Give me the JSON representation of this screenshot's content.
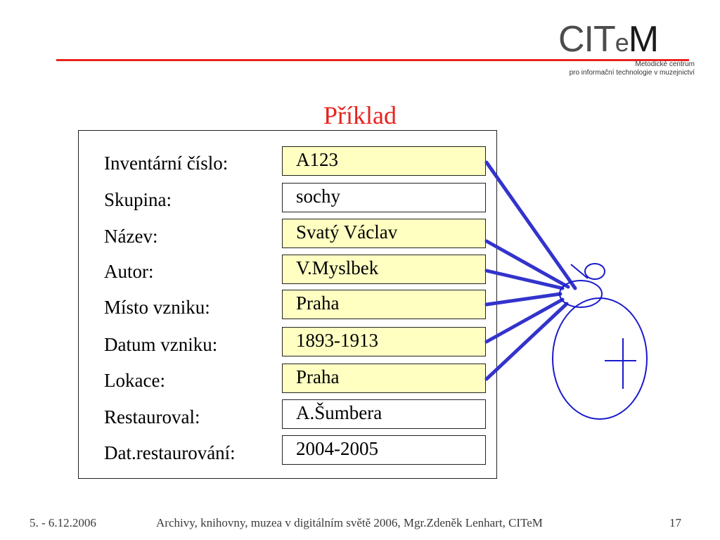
{
  "logo": {
    "word_c": "CIT",
    "word_e": "e",
    "word_m": "M",
    "tagline_1": "Metodické centrum",
    "tagline_2": "pro informační technologie v muzejnictví"
  },
  "title": "Příklad",
  "fields": [
    {
      "label": "Inventární číslo:",
      "value": "A123",
      "highlighted": true
    },
    {
      "label": "Skupina:",
      "value": "sochy",
      "highlighted": false
    },
    {
      "label": "Název:",
      "value": "Svatý Václav",
      "highlighted": true
    },
    {
      "label": "Autor:",
      "value": "V.Myslbek",
      "highlighted": true
    },
    {
      "label": "Místo vzniku:",
      "value": "Praha",
      "highlighted": true
    },
    {
      "label": "Datum vzniku:",
      "value": "1893-1913",
      "highlighted": true
    },
    {
      "label": "Lokace:",
      "value": "Praha",
      "highlighted": true
    },
    {
      "label": "Restauroval:",
      "value": "A.Šumbera",
      "highlighted": false
    },
    {
      "label": "Dat.restaurování:",
      "value": "2004-2005",
      "highlighted": false
    }
  ],
  "colors": {
    "accent": "#e8231e",
    "highlight_fill": "#ffffc2",
    "connector": "#3333cc",
    "figure_stroke": "#1a1acc"
  },
  "footer": {
    "date": "5. - 6.12.2006",
    "event": "Archivy, knihovny, muzea v digitálním světě 2006, Mgr.Zdeněk Lenhart, CITeM",
    "page_number": "17"
  }
}
